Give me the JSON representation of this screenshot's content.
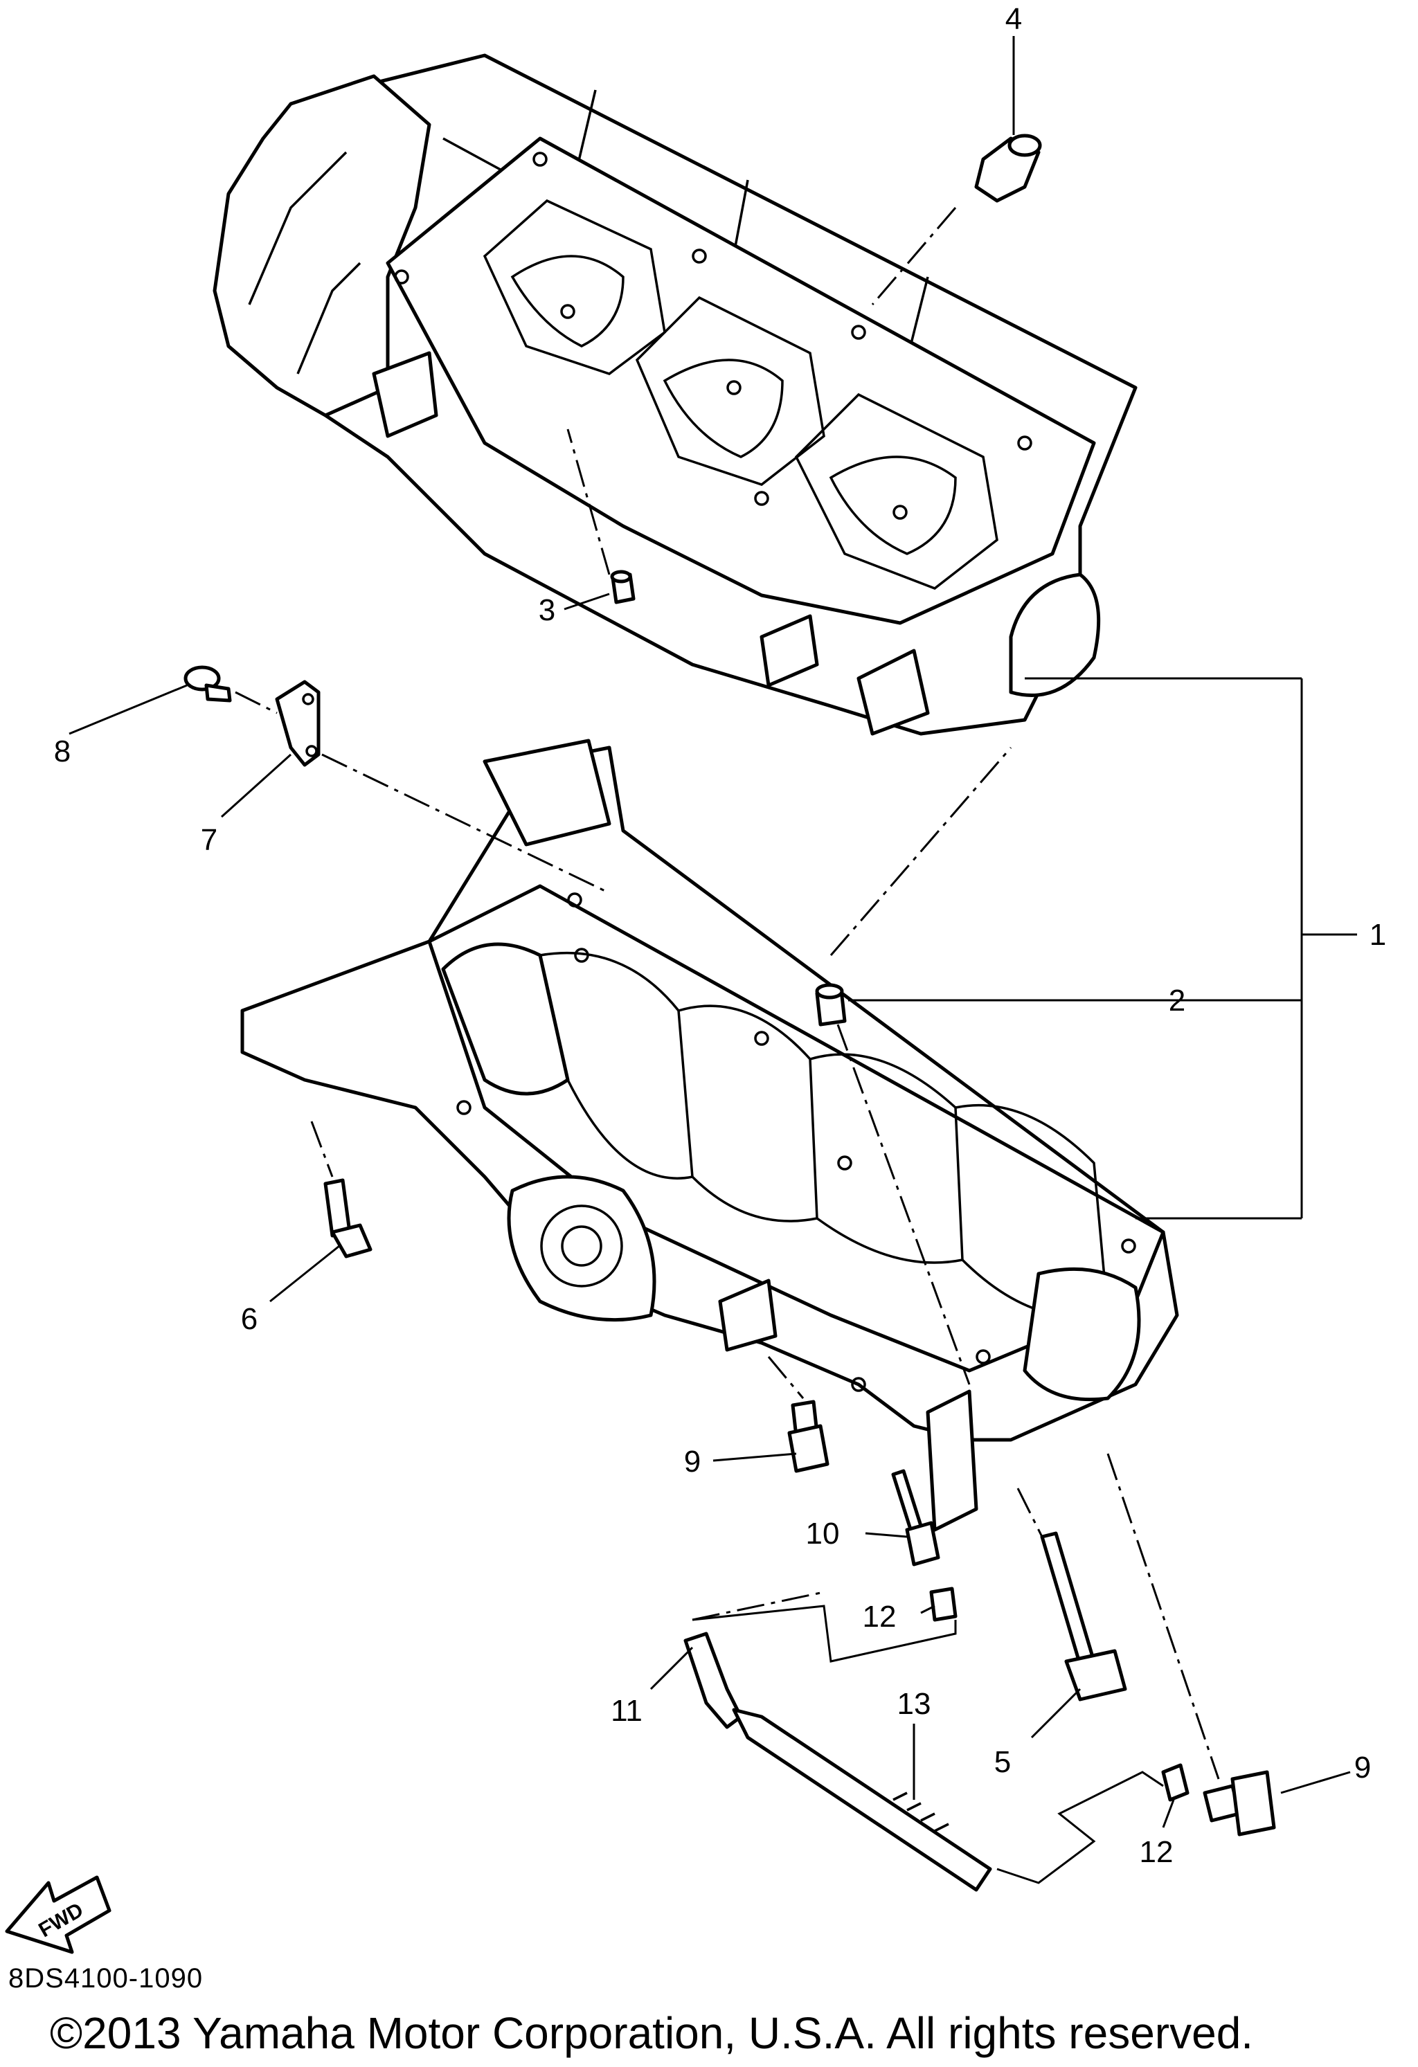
{
  "diagram": {
    "callouts": [
      "1",
      "2",
      "3",
      "4",
      "5",
      "6",
      "7",
      "8",
      "9",
      "9",
      "10",
      "11",
      "12",
      "12",
      "13"
    ],
    "fwd_label": "FWD"
  },
  "footer": {
    "drawing_code": "8DS4100-1090",
    "copyright": "©2013 Yamaha Motor Corporation, U.S.A. All rights reserved."
  }
}
